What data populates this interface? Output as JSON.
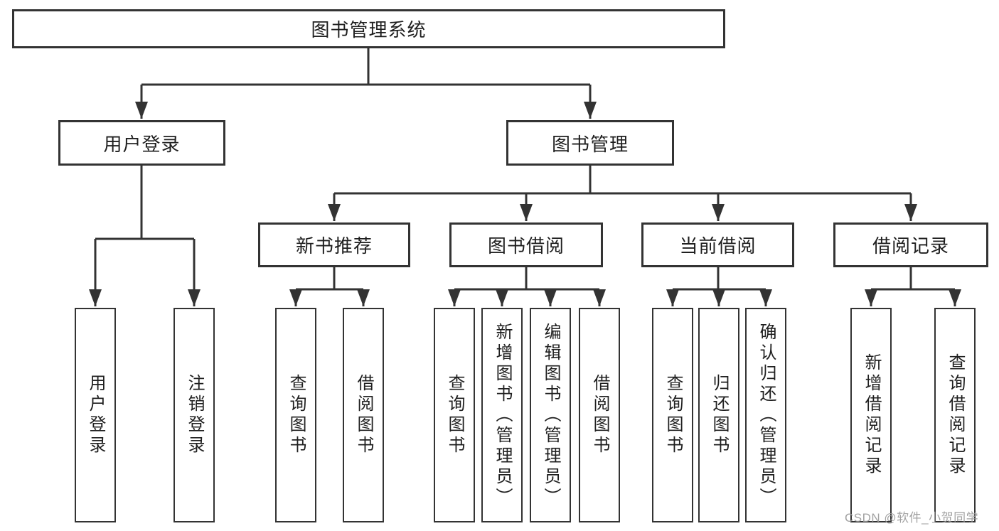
{
  "diagram": {
    "type": "tree",
    "root": {
      "label": "图书管理系统"
    },
    "level2": [
      {
        "label": "用户登录"
      },
      {
        "label": "图书管理"
      }
    ],
    "level3": [
      {
        "label": "新书推荐",
        "parent": "图书管理"
      },
      {
        "label": "图书借阅",
        "parent": "图书管理"
      },
      {
        "label": "当前借阅",
        "parent": "图书管理"
      },
      {
        "label": "借阅记录",
        "parent": "图书管理"
      }
    ],
    "leaves": [
      {
        "label": "用户登录",
        "parent": "用户登录"
      },
      {
        "label": "注销登录",
        "parent": "用户登录"
      },
      {
        "label": "查询图书",
        "parent": "新书推荐"
      },
      {
        "label": "借阅图书",
        "parent": "新书推荐"
      },
      {
        "label": "查询图书",
        "parent": "图书借阅"
      },
      {
        "label": "新增图书（管理员）",
        "parent": "图书借阅"
      },
      {
        "label": "编辑图书（管理员）",
        "parent": "图书借阅"
      },
      {
        "label": "借阅图书",
        "parent": "图书借阅"
      },
      {
        "label": "查询图书",
        "parent": "当前借阅"
      },
      {
        "label": "归还图书",
        "parent": "当前借阅"
      },
      {
        "label": "确认归还（管理员）",
        "parent": "当前借阅"
      },
      {
        "label": "新增借阅记录",
        "parent": "借阅记录"
      },
      {
        "label": "查询借阅记录",
        "parent": "借阅记录"
      }
    ]
  },
  "watermark": {
    "text": "CSDN @软件_小贺同学"
  },
  "colors": {
    "line": "#333333",
    "box_border": "#333333",
    "text": "#1f1f1f",
    "watermark": "#9b9b9b",
    "background": "#ffffff"
  }
}
